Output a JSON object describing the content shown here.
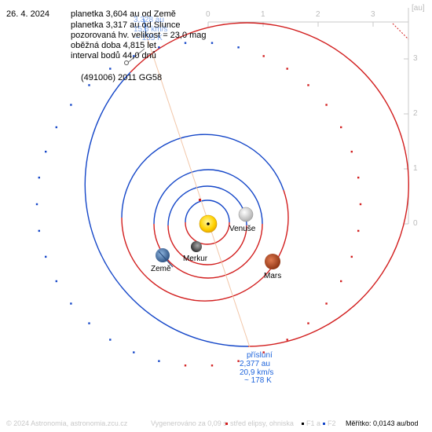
{
  "header": {
    "date": "26. 4. 2024",
    "info_lines": [
      "planetka 3,604 au od Země",
      "planetka 3,317 au od Slunce",
      "pozorovaná hv. velikost = 23,0 mag",
      "oběžná doba 4,815 let",
      "interval bodů 44,0 dnů"
    ],
    "asteroid_name": "(491006) 2011 GG58"
  },
  "aphelion_overlay": [
    "3,328 au",
    "15,6 km/s",
    "~ 155 K"
  ],
  "perihelion": {
    "lines": [
      "přísluní",
      "2,377 au",
      "20,9 km/s",
      "~ 178 K"
    ]
  },
  "axis": {
    "unit": "[au]",
    "x_ticks": [
      "0",
      "1",
      "2",
      "3"
    ],
    "y_ticks": [
      "3",
      "2",
      "1",
      "0"
    ]
  },
  "planets": {
    "venus": "Venuše",
    "mercury": "Merkur",
    "earth": "Země",
    "mars": "Mars"
  },
  "footer": {
    "copyright": "© 2024 Astronomia, astronomia.zcu.cz",
    "generated": "Vygenerováno za 0,09 s",
    "legend_center": "střed elipsy, ohniska",
    "legend_f1": "F1 a",
    "legend_f2": "F2",
    "scale": "Měřítko: 0,0143 au/bod"
  },
  "colors": {
    "orbit_blue": "#1446c8",
    "orbit_red": "#d21e1e",
    "sun_yellow": "#ffd200",
    "axis_gray": "#c8c8c8",
    "text_blue": "#1e64dc"
  }
}
